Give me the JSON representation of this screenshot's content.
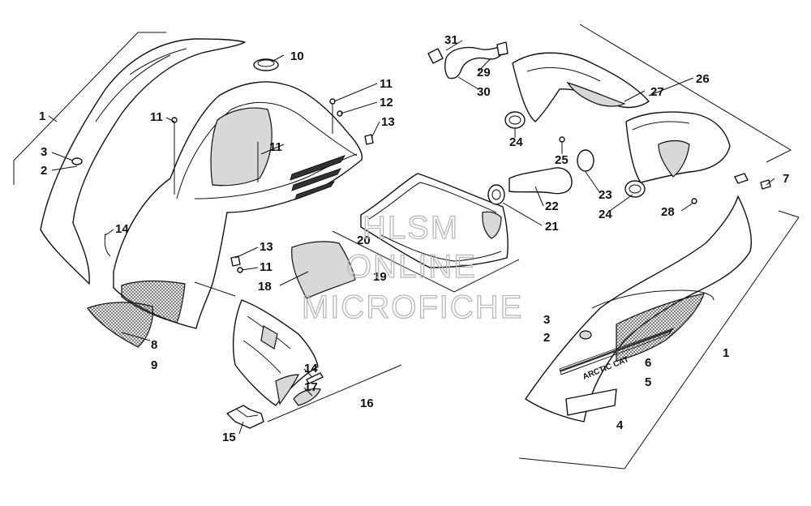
{
  "watermark": {
    "line1": "HLSM",
    "line2": "ONLINE",
    "line3": "MICROFICHE"
  },
  "callouts": {
    "c1a": "1",
    "c3a": "3",
    "c2a": "2",
    "c14a": "14",
    "c8": "8",
    "c9": "9",
    "c11a": "11",
    "c10": "10",
    "c11b": "11",
    "c12": "12",
    "c13a": "13",
    "c11c": "11",
    "c13b": "13",
    "c11d": "11",
    "c18": "18",
    "c19": "19",
    "c20": "20",
    "c14b": "14",
    "c17": "17",
    "c16": "16",
    "c15": "15",
    "c31": "31",
    "c29": "29",
    "c30": "30",
    "c26": "26",
    "c27": "27",
    "c24a": "24",
    "c25": "25",
    "c22": "22",
    "c21": "21",
    "c23": "23",
    "c24b": "24",
    "c28": "28",
    "c7": "7",
    "c3b": "3",
    "c2b": "2",
    "c1b": "1",
    "c6": "6",
    "c5": "5",
    "c4": "4"
  },
  "decals": {
    "brand": "ARCTIC CAT"
  }
}
